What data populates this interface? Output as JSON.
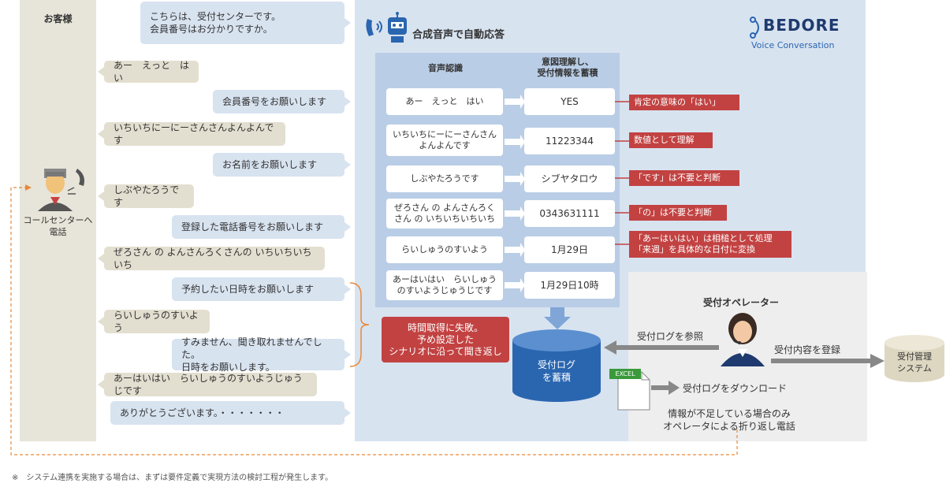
{
  "customer": {
    "title": "お客様",
    "caller_label": "コールセンターへ\n電話"
  },
  "dialogue": [
    {
      "side": "right",
      "text": "こちらは、受付センターです。\n会員番号はお分かりですか。"
    },
    {
      "side": "left",
      "text": "あー　えっと　はい"
    },
    {
      "side": "right",
      "text": "会員番号をお願いします"
    },
    {
      "side": "left",
      "text": "いちいちにーにーさんさんよんよんです"
    },
    {
      "side": "right",
      "text": "お名前をお願いします"
    },
    {
      "side": "left",
      "text": "しぶやたろうです"
    },
    {
      "side": "right",
      "text": "登録した電話番号をお願いします"
    },
    {
      "side": "left",
      "text": "ぜろさん の よんさんろくさんの いちいちいちいち"
    },
    {
      "side": "right",
      "text": "予約したい日時をお願いします"
    },
    {
      "side": "left",
      "text": "らいしゅうのすいよう"
    },
    {
      "side": "right",
      "text": "すみません、聞き取れませんでした。\n日時をお願いします。"
    },
    {
      "side": "left",
      "text": "あーはいはい　らいしゅうのすいようじゅうじです"
    },
    {
      "side": "right",
      "text": "ありがとうございます。・・・・・・・"
    }
  ],
  "system": {
    "title": "合成音声で自動応答",
    "brand": "BEDORE",
    "brand_sub": "Voice Conversation",
    "col_recognition": "音声認識",
    "col_understanding": "意図理解し、\n受付情報を蓄積",
    "rows": [
      {
        "heard": "あー　えっと　はい",
        "value": "YES",
        "note": "肯定の意味の「はい」"
      },
      {
        "heard": "いちいちにーにーさんさん\nよんよんです",
        "value": "11223344",
        "note": "数値として理解"
      },
      {
        "heard": "しぶやたろうです",
        "value": "シブヤタロウ",
        "note": "「です」は不要と判断"
      },
      {
        "heard": "ぜろさん の よんさんろく\nさん の いちいちいちいち",
        "value": "0343631111",
        "note": "「の」は不要と判断"
      },
      {
        "heard": "らいしゅうのすいよう",
        "value": "1月29日",
        "note": "「あーはいはい」は相槌として処理\n「来週」を具体的な日付に変換"
      },
      {
        "heard": "あーはいはい　らいしゅう\nのすいようじゅうじです",
        "value": "1月29日10時",
        "note": ""
      }
    ],
    "fail_note": "時間取得に失敗。\n予め設定した\nシナリオに沿って聞き返し",
    "db_label": "受付ログ\nを蓄積",
    "excel_badge": "EXCEL",
    "download_label": "受付ログをダウンロード",
    "reference_label": "受付ログを参照"
  },
  "operator": {
    "title": "受付オペレーター",
    "register_label": "受付内容を登録",
    "mgmt_label": "受付管理\nシステム",
    "shortage_note": "情報が不足している場合のみ\nオペレータによる折り返し電話"
  },
  "footnote": "※　システム連携を実施する場合は、まずは要件定義で実現方法の検討工程が発生します。",
  "colors": {
    "red": "#c24242",
    "blue": "#2a66b0",
    "panel_blue": "#d8e3f0",
    "panel_beige": "#e7e4d9",
    "orange": "#e8893a"
  }
}
